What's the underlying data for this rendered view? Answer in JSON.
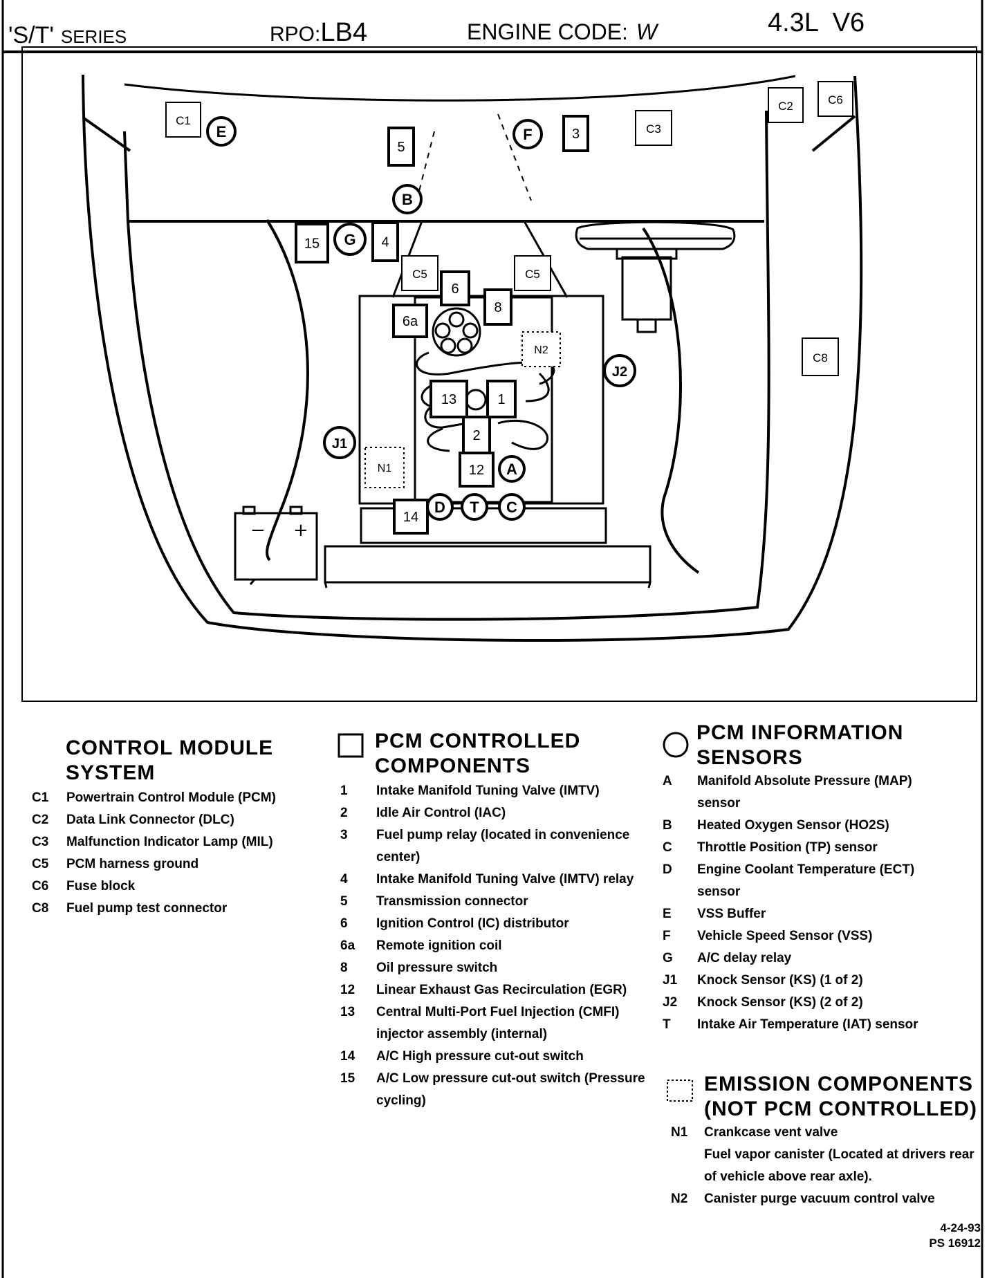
{
  "header": {
    "series": "'S/T'",
    "series_suffix": "SERIES",
    "rpo_label": "RPO:",
    "rpo_value": "LB4",
    "engine_code_label": "ENGINE CODE:",
    "engine_code_value": "W",
    "engine": "4.3L  V6"
  },
  "diagram": {
    "squares": [
      {
        "id": "c1",
        "label": "C1"
      },
      {
        "id": "c2",
        "label": "C2"
      },
      {
        "id": "c6",
        "label": "C6"
      },
      {
        "id": "c3",
        "label": "C3"
      },
      {
        "id": "c5a",
        "label": "C5"
      },
      {
        "id": "c5b",
        "label": "C5"
      },
      {
        "id": "c8",
        "label": "C8"
      },
      {
        "id": "n5",
        "label": "5"
      },
      {
        "id": "n3",
        "label": "3"
      },
      {
        "id": "n15",
        "label": "15"
      },
      {
        "id": "n4",
        "label": "4"
      },
      {
        "id": "n6",
        "label": "6"
      },
      {
        "id": "n8",
        "label": "8"
      },
      {
        "id": "n6a",
        "label": "6a"
      },
      {
        "id": "n13",
        "label": "13"
      },
      {
        "id": "n1",
        "label": "1"
      },
      {
        "id": "n2",
        "label": "2"
      },
      {
        "id": "n12",
        "label": "12"
      },
      {
        "id": "n14",
        "label": "14"
      }
    ],
    "circles": [
      {
        "id": "e",
        "label": "E"
      },
      {
        "id": "f",
        "label": "F"
      },
      {
        "id": "b",
        "label": "B"
      },
      {
        "id": "g",
        "label": "G"
      },
      {
        "id": "j2",
        "label": "J2"
      },
      {
        "id": "j1",
        "label": "J1"
      },
      {
        "id": "a",
        "label": "A"
      },
      {
        "id": "d",
        "label": "D"
      },
      {
        "id": "t",
        "label": "T"
      },
      {
        "id": "c",
        "label": "C"
      }
    ],
    "dotted": [
      {
        "id": "dn1",
        "label": "N1"
      },
      {
        "id": "dn2",
        "label": "N2"
      }
    ],
    "battery": {
      "minus": "−",
      "plus": "+"
    }
  },
  "legend": {
    "control_module": {
      "title": "CONTROL MODULE SYSTEM",
      "items": [
        {
          "code": "C1",
          "desc": "Powertrain Control Module (PCM)"
        },
        {
          "code": "C2",
          "desc": "Data Link Connector (DLC)"
        },
        {
          "code": "C3",
          "desc": "Malfunction Indicator Lamp (MIL)"
        },
        {
          "code": "C5",
          "desc": "PCM harness ground"
        },
        {
          "code": "C6",
          "desc": "Fuse block"
        },
        {
          "code": "C8",
          "desc": "Fuel pump test connector"
        }
      ]
    },
    "pcm_controlled": {
      "title": "PCM CONTROLLED COMPONENTS",
      "items": [
        {
          "code": "1",
          "desc": "Intake Manifold Tuning Valve (IMTV)"
        },
        {
          "code": "2",
          "desc": "Idle Air Control (IAC)"
        },
        {
          "code": "3",
          "desc": "Fuel pump relay (located in convenience center)"
        },
        {
          "code": "4",
          "desc": "Intake Manifold Tuning Valve (IMTV) relay"
        },
        {
          "code": "5",
          "desc": "Transmission connector"
        },
        {
          "code": "6",
          "desc": "Ignition Control (IC) distributor"
        },
        {
          "code": "6a",
          "desc": "Remote ignition coil"
        },
        {
          "code": "8",
          "desc": "Oil pressure switch"
        },
        {
          "code": "12",
          "desc": "Linear Exhaust Gas Recirculation (EGR)"
        },
        {
          "code": "13",
          "desc": "Central Multi-Port Fuel Injection (CMFI) injector assembly (internal)"
        },
        {
          "code": "14",
          "desc": "A/C High pressure cut-out switch"
        },
        {
          "code": "15",
          "desc": "A/C Low pressure cut-out switch (Pressure cycling)"
        }
      ]
    },
    "pcm_sensors": {
      "title": "PCM INFORMATION SENSORS",
      "items": [
        {
          "code": "A",
          "desc": "Manifold Absolute Pressure (MAP) sensor"
        },
        {
          "code": "B",
          "desc": "Heated Oxygen Sensor (HO2S)"
        },
        {
          "code": "C",
          "desc": "Throttle Position (TP) sensor"
        },
        {
          "code": "D",
          "desc": "Engine Coolant Temperature (ECT) sensor"
        },
        {
          "code": "E",
          "desc": "VSS Buffer"
        },
        {
          "code": "F",
          "desc": "Vehicle Speed Sensor (VSS)"
        },
        {
          "code": "G",
          "desc": "A/C delay relay"
        },
        {
          "code": "J1",
          "desc": "Knock Sensor (KS) (1 of 2)"
        },
        {
          "code": "J2",
          "desc": "Knock Sensor (KS) (2 of 2)"
        },
        {
          "code": "T",
          "desc": "Intake Air Temperature (IAT) sensor"
        }
      ]
    },
    "emission": {
      "title": "EMISSION COMPONENTS (NOT PCM CONTROLLED)",
      "items": [
        {
          "code": "N1",
          "desc": "Crankcase vent valve"
        },
        {
          "code": "",
          "desc": "Fuel vapor canister (Located at drivers rear of vehicle above rear axle)."
        },
        {
          "code": "N2",
          "desc": "Canister purge vacuum control valve"
        }
      ]
    }
  },
  "footer": {
    "date": "4-24-93",
    "ps": "PS 16912"
  }
}
